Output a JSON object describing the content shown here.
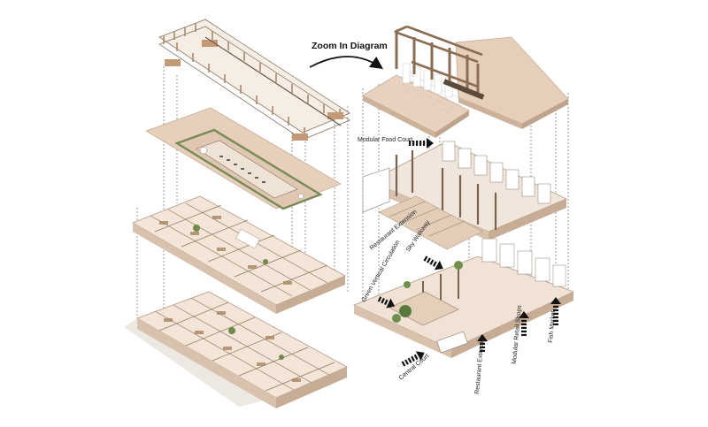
{
  "diagram": {
    "title": "Zoom In Diagram",
    "labels": {
      "food_court": "Modular Food Court",
      "restaurant_extension_top": "Restaurant Extension",
      "skywalk": "Sky Walkway",
      "green_vertical": "Green Vertical Circulation",
      "central_court": "Central Court",
      "restaurant_extension_bottom": "Restaurant Extension",
      "retail": "Modular Retail Shops",
      "fish_market": "Fish Market"
    },
    "colors": {
      "slab": "#e8d2bf",
      "slab_dark": "#cdb29b",
      "timber": "#a88a6c",
      "green": "#7a8a56",
      "line": "#4a4038"
    }
  }
}
